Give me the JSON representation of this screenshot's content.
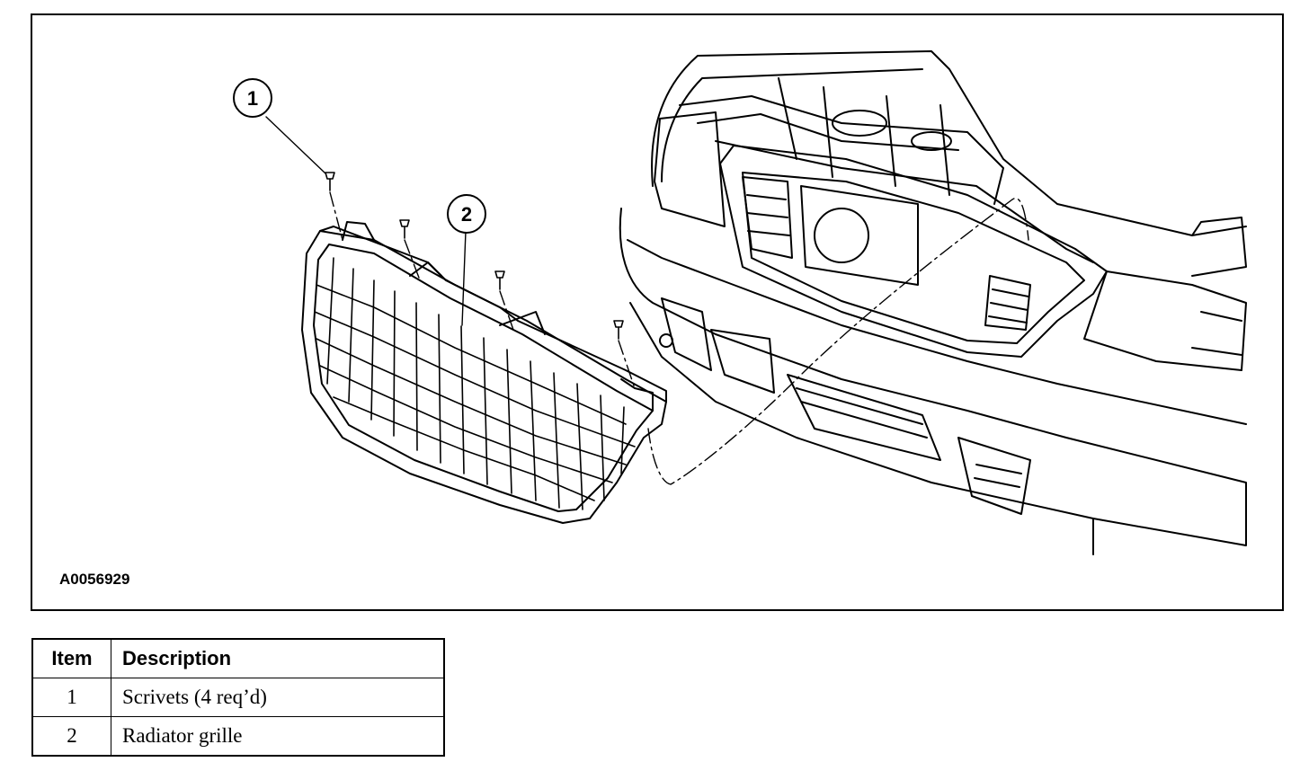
{
  "figure": {
    "id": "A0056929",
    "callouts": [
      {
        "label": "1"
      },
      {
        "label": "2"
      }
    ]
  },
  "legend": {
    "headers": {
      "item": "Item",
      "description": "Description"
    },
    "rows": [
      {
        "item": "1",
        "description": "Scrivets (4 req’d)"
      },
      {
        "item": "2",
        "description": "Radiator grille"
      }
    ]
  },
  "colors": {
    "line": "#000000",
    "background": "#ffffff"
  }
}
